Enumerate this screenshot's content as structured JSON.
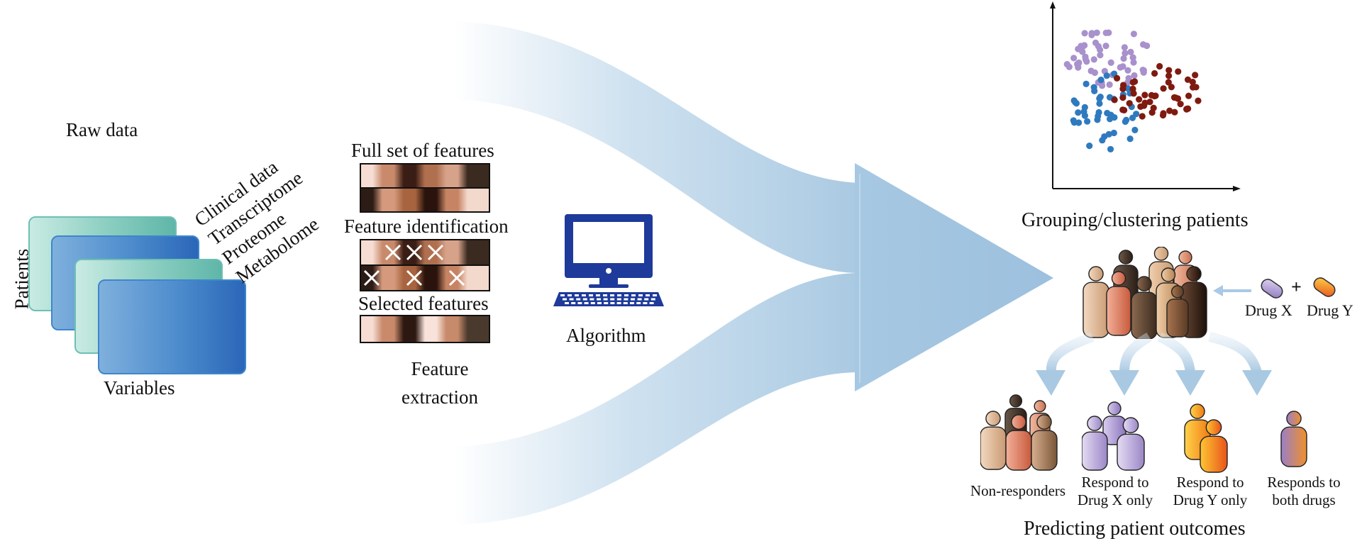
{
  "raw_data": {
    "title": "Raw data",
    "patients_label": "Patients",
    "variables_label": "Variables",
    "data_types": [
      "Clinical data",
      "Transcriptome",
      "Proteome",
      "Metabolome"
    ]
  },
  "features": {
    "full_set_label": "Full set of features",
    "identification_label": "Feature identification",
    "selected_label": "Selected features",
    "extraction_label_line1": "Feature",
    "extraction_label_line2": "extraction",
    "full_rows": [
      [
        "#f6dcd2",
        "#c98a6c",
        "#3a1d14",
        "#b07050",
        "#d7a28a",
        "#3b2a20"
      ],
      [
        "#2d1c16",
        "#d59a7d",
        "#a7643f",
        "#2a130c",
        "#c68464",
        "#f3d8cc"
      ]
    ],
    "ident_rows": [
      [
        "#f6dcd2",
        "#c98a6c",
        "#3a1d14",
        "#b07050",
        "#d7a28a",
        "#3b2a20"
      ],
      [
        "#2d1c16",
        "#d59a7d",
        "#a7643f",
        "#2a130c",
        "#c68464",
        "#f3d8cc"
      ]
    ],
    "ident_crossed": [
      [
        1,
        2,
        3
      ],
      [
        0,
        2,
        4
      ]
    ],
    "selected_row": [
      "#f6dcd2",
      "#c98a6c",
      "#2d1811",
      "#f8e2da",
      "#c78a6a",
      "#4a3a2e"
    ]
  },
  "algorithm": {
    "label": "Algorithm",
    "icon": "computer-icon",
    "color": "#1e3a9a"
  },
  "clustering": {
    "label": "Grouping/clustering patients",
    "colors": {
      "purple": "#a891cc",
      "blue": "#2f7abf",
      "red": "#7f1a10"
    }
  },
  "drugs": {
    "drug_x": "Drug X",
    "drug_y": "Drug Y",
    "plus": "+"
  },
  "outcomes": {
    "title": "Predicting patient outcomes",
    "groups": [
      {
        "line1": "Non-responders",
        "line2": ""
      },
      {
        "line1": "Respond to",
        "line2": "Drug X only"
      },
      {
        "line1": "Respond to",
        "line2": "Drug Y only"
      },
      {
        "line1": "Responds to",
        "line2": "both drugs"
      }
    ]
  }
}
